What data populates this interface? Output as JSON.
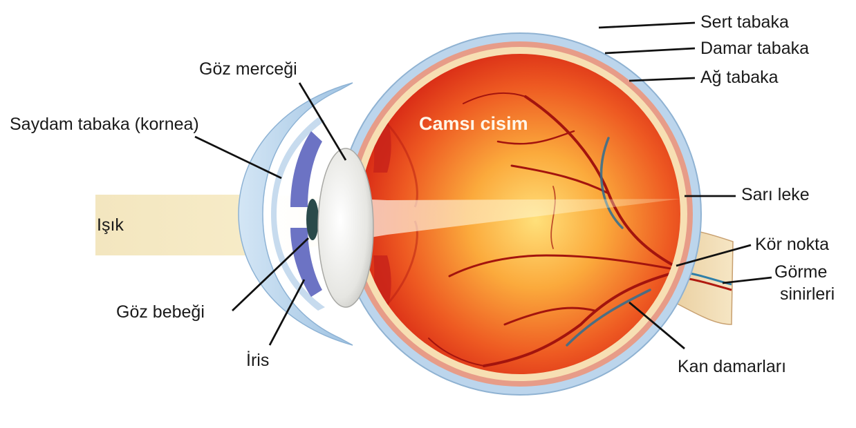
{
  "labels": {
    "sert_tabaka": "Sert tabaka",
    "damar_tabaka": "Damar tabaka",
    "ag_tabaka": "Ağ tabaka",
    "goz_mercegi": "Göz merceği",
    "saydam_tabaka": "Saydam tabaka (kornea)",
    "camsi_cisim": "Camsı cisim",
    "sari_leke": "Sarı leke",
    "isik": "Işık",
    "kor_nokta": "Kör nokta",
    "gorme_sinirleri_line1": "Görme",
    "gorme_sinirleri_line2": "sinirleri",
    "goz_bebegi": "Göz bebeği",
    "iris": "İris",
    "kan_damarlari": "Kan damarları"
  },
  "colors": {
    "sclera": "#b9d3ea",
    "choroid": "#e8a08c",
    "retina": "#f6ddb0",
    "vitreous_center": "#ffd46a",
    "vitreous_edge": "#d81e12",
    "vessel": "#a3140e",
    "nerve": "#f4e2bd",
    "light_beam": "#f7ecc8"
  }
}
